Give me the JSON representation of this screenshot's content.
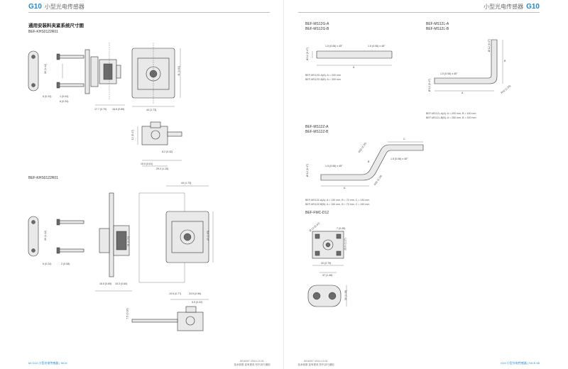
{
  "header": {
    "brand": "G10",
    "subtitle": "小型光电传感器"
  },
  "left": {
    "section_title": "通用安装料夹紧系统尺寸图",
    "item1": {
      "name": "BEF-KHS0122R01",
      "dims": [
        "36 (1.42)",
        "6 (0.24)",
        "1 (0.04)",
        "6 (0.24)",
        "17.7 (0.70)",
        "16.6 (0.65)",
        "44 (1.73)",
        "41 (1.61)",
        "8.2 (0.32)",
        "12 (0.47)",
        "15.5 (0.61)",
        "29.2 (1.15)"
      ]
    },
    "item2": {
      "name": "BEF-KHS0122R01",
      "dims": [
        "44 (1.73)",
        "36 (1.42)",
        "31 (1.22)",
        "43 (1.69)",
        "6 (0.24)",
        "2 (0.08)",
        "16.5 (0.65)",
        "15.3 (0.60)",
        "19.5 (0.77)",
        "24.5 (0.96)",
        "5.5 (0.22)",
        "7.5 (0.30)"
      ]
    },
    "footer": "64  G10  小型光电传感器 | SICK",
    "footer_mid": "8016397 /2014-10-01\n技术参数 如有更改 恕不另行通知"
  },
  "right": {
    "ms12g": {
      "name_a": "BEF-MS12G-A",
      "name_b": "BEF-MS12G-B",
      "chamfer": "1.5 (0.06) x 45°",
      "dia": "Ø 12 (0.47)",
      "length": "A",
      "note_a": "BEF-MS12G-A(A): A = 200 mm",
      "note_b": "BEF-MS12G-B(B): A = 300 mm"
    },
    "ms12l": {
      "name_a": "BEF-MS12L-A",
      "name_b": "BEF-MS12L-B",
      "chamfer": "1.5 (0.06) x 45°",
      "dia": "Ø 12 (0.47)",
      "bend": "R32 (1.26)",
      "len_a": "A",
      "len_b": "B",
      "note_a": "BEF-MS12L-A(A): A = 200 mm, B = 150 mm",
      "note_b": "BEF-MS12L-B(B): A = 250 mm, B = 200 mm"
    },
    "ms12z": {
      "name_a": "BEF-MS12Z-A",
      "name_b": "BEF-MS12Z-B",
      "chamfer": "1.5 (0.06) x 45°",
      "dia": "Ø 12 (0.47)",
      "bend": "R32 (1.26)",
      "len_a": "A",
      "len_b": "B",
      "len_c": "C",
      "note_a": "BEF-MS12Z-A(A): A = 130 mm, B = 70 mm, C = 130 mm",
      "note_b": "BEF-MS12Z-B(B): A = 150 mm, B = 70 mm, C = 150 mm"
    },
    "fmc": {
      "name": "BEF-FMC-D12",
      "dims": [
        "Ø 12 (0.47)",
        "7 (0.28)",
        "20 (0.79)",
        "37 (1.46)",
        "29.6 (1.17)",
        "30 (1.18)"
      ]
    },
    "footer": "G10  小型光电传感器 | SICK  65",
    "footer_mid": "8016397 /2014-10-01\n技术参数 如有更改 恕不另行通知"
  }
}
